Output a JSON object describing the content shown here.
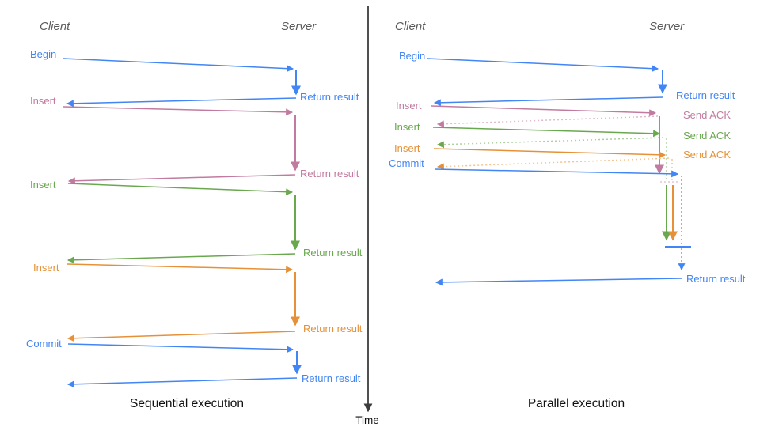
{
  "colors": {
    "blue": "#4285F4",
    "pink": "#C27BA0",
    "green": "#6AA84F",
    "orange": "#E69138",
    "blue_dashed": "#6D9EEB",
    "pink_dashed": "#E0B9CC",
    "green_dashed": "#ABCF9D",
    "orange_dashed": "#F5C48E",
    "axis": "#3d3d3d",
    "header_text": "#5b5b5b",
    "title_text": "#111111"
  },
  "time_axis_label": "Time",
  "left": {
    "title": "Sequential execution",
    "client_header": "Client",
    "server_header": "Server",
    "rows": [
      {
        "op": "Begin",
        "result": "Return result"
      },
      {
        "op": "Insert",
        "result": "Return result"
      },
      {
        "op": "Insert",
        "result": "Return result"
      },
      {
        "op": "Insert",
        "result": "Return result"
      },
      {
        "op": "Commit",
        "result": "Return result"
      }
    ]
  },
  "right": {
    "title": "Parallel execution",
    "client_header": "Client",
    "server_header": "Server",
    "rows": [
      {
        "op": "Begin",
        "result": "Return result"
      },
      {
        "op": "Insert",
        "result": "Send ACK"
      },
      {
        "op": "Insert",
        "result": "Send ACK"
      },
      {
        "op": "Insert",
        "result": "Send ACK"
      },
      {
        "op": "Commit",
        "result": "Return result"
      }
    ],
    "final_result": "Return result"
  }
}
